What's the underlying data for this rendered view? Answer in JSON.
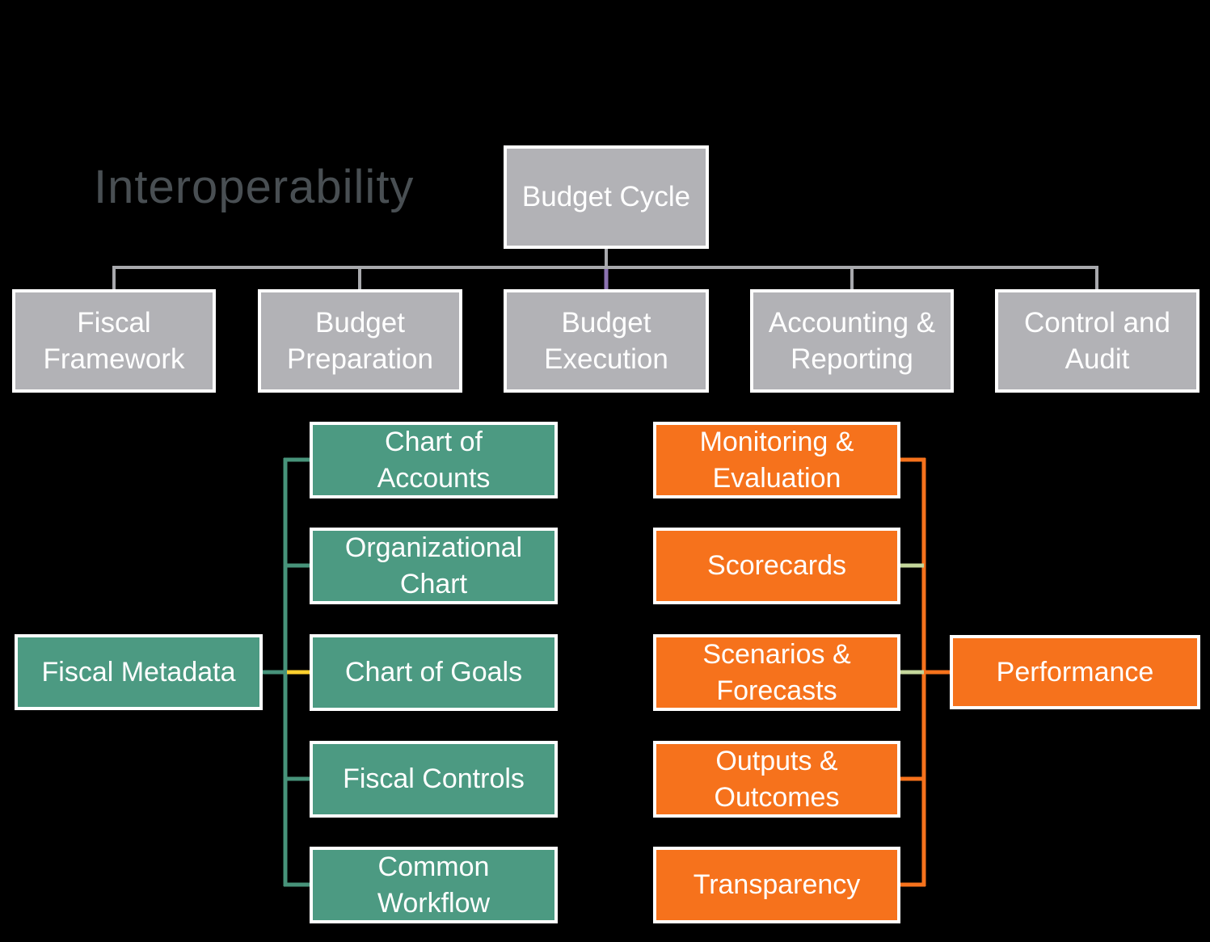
{
  "title": "Interoperability",
  "colors": {
    "background": "#000000",
    "box_border": "#ffffff",
    "box_text": "#ffffff",
    "title_text": "#494f53",
    "gray_box": "#b2b2b6",
    "green_box": "#4c9a82",
    "orange_box": "#f6721c",
    "connector_gray": "#a8a9ad",
    "connector_purple": "#8b72b1",
    "connector_teal": "#47937a",
    "connector_gold": "#ffd02e",
    "connector_lightgreen": "#c4d79b",
    "connector_orange": "#f6721c"
  },
  "org_chart": {
    "root": {
      "label": "Budget Cycle"
    },
    "stages": [
      {
        "label": "Fiscal\nFramework"
      },
      {
        "label": "Budget\nPreparation"
      },
      {
        "label": "Budget\nExecution"
      },
      {
        "label": "Accounting &\nReporting"
      },
      {
        "label": "Control and\nAudit"
      }
    ]
  },
  "metadata_group": {
    "hub": {
      "label": "Fiscal Metadata"
    },
    "items": [
      {
        "label": "Chart of\nAccounts"
      },
      {
        "label": "Organizational\nChart"
      },
      {
        "label": "Chart of Goals"
      },
      {
        "label": "Fiscal Controls"
      },
      {
        "label": "Common\nWorkflow"
      }
    ]
  },
  "performance_group": {
    "hub": {
      "label": "Performance"
    },
    "items": [
      {
        "label": "Monitoring &\nEvaluation"
      },
      {
        "label": "Scorecards"
      },
      {
        "label": "Scenarios &\nForecasts"
      },
      {
        "label": "Outputs &\nOutcomes"
      },
      {
        "label": "Transparency"
      }
    ]
  }
}
